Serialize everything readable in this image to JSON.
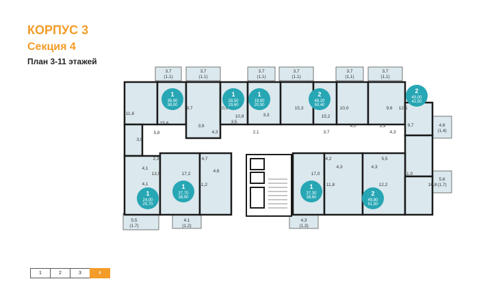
{
  "header": {
    "building": "КОРПУС 3",
    "section": "Секция 4",
    "floors": "План 3-11 этажей"
  },
  "colors": {
    "accent": "#f39c28",
    "badge": "#27a6b4",
    "room_fill": "#dbe8ed",
    "wall": "#1a1a1a"
  },
  "apartments": [
    {
      "rooms": "1",
      "area": "36,90",
      "total": "38,00"
    },
    {
      "rooms": "1",
      "area": "28,50",
      "total": "29,60"
    },
    {
      "rooms": "1",
      "area": "19,80",
      "total": "20,90"
    },
    {
      "rooms": "2",
      "area": "48,20",
      "total": "50,40"
    },
    {
      "rooms": "2",
      "area": "40,00",
      "total": "42,50"
    },
    {
      "rooms": "1",
      "area": "24,00",
      "total": "25,70"
    },
    {
      "rooms": "1",
      "area": "37,70",
      "total": "38,90"
    },
    {
      "rooms": "1",
      "area": "37,30",
      "total": "38,60"
    },
    {
      "rooms": "2",
      "area": "49,80",
      "total": "51,50"
    }
  ],
  "balconies": [
    {
      "area": "3,7",
      "reduced": "(1,1)"
    },
    {
      "area": "3,7",
      "reduced": "(1,1)"
    },
    {
      "area": "3,7",
      "reduced": "(1,1)"
    },
    {
      "area": "3,7",
      "reduced": "(1,1)"
    },
    {
      "area": "3,7",
      "reduced": "(1,1)"
    },
    {
      "area": "3,7",
      "reduced": "(1,1)"
    },
    {
      "area": "4,8",
      "reduced": "(1,4)"
    },
    {
      "area": "5,6",
      "reduced": "(1,7)"
    },
    {
      "area": "5,5",
      "reduced": "(1,7)"
    },
    {
      "area": "4,1",
      "reduced": "(1,2)"
    },
    {
      "area": "4,3",
      "reduced": "(1,3)"
    }
  ],
  "room_areas": [
    "11,6",
    "15,6",
    "5,8",
    "3,9",
    "9,7",
    "10,6",
    "3,9",
    "4,3",
    "3,5",
    "10,9",
    "3,3",
    "2,1",
    "15,3",
    "15,2",
    "3,7",
    "10,0",
    "4,0",
    "3,9",
    "9,6",
    "12,5",
    "9,7",
    "4,3",
    "2,3",
    "4,1",
    "13,5",
    "4,1",
    "4,7",
    "17,2",
    "4,6",
    "11,2",
    "17,0",
    "4,2",
    "4,3",
    "11,8",
    "4,3",
    "5,5",
    "12,2",
    "11,0",
    "16,8"
  ],
  "sections": [
    "1",
    "2",
    "3",
    "4"
  ],
  "active_section": "4"
}
